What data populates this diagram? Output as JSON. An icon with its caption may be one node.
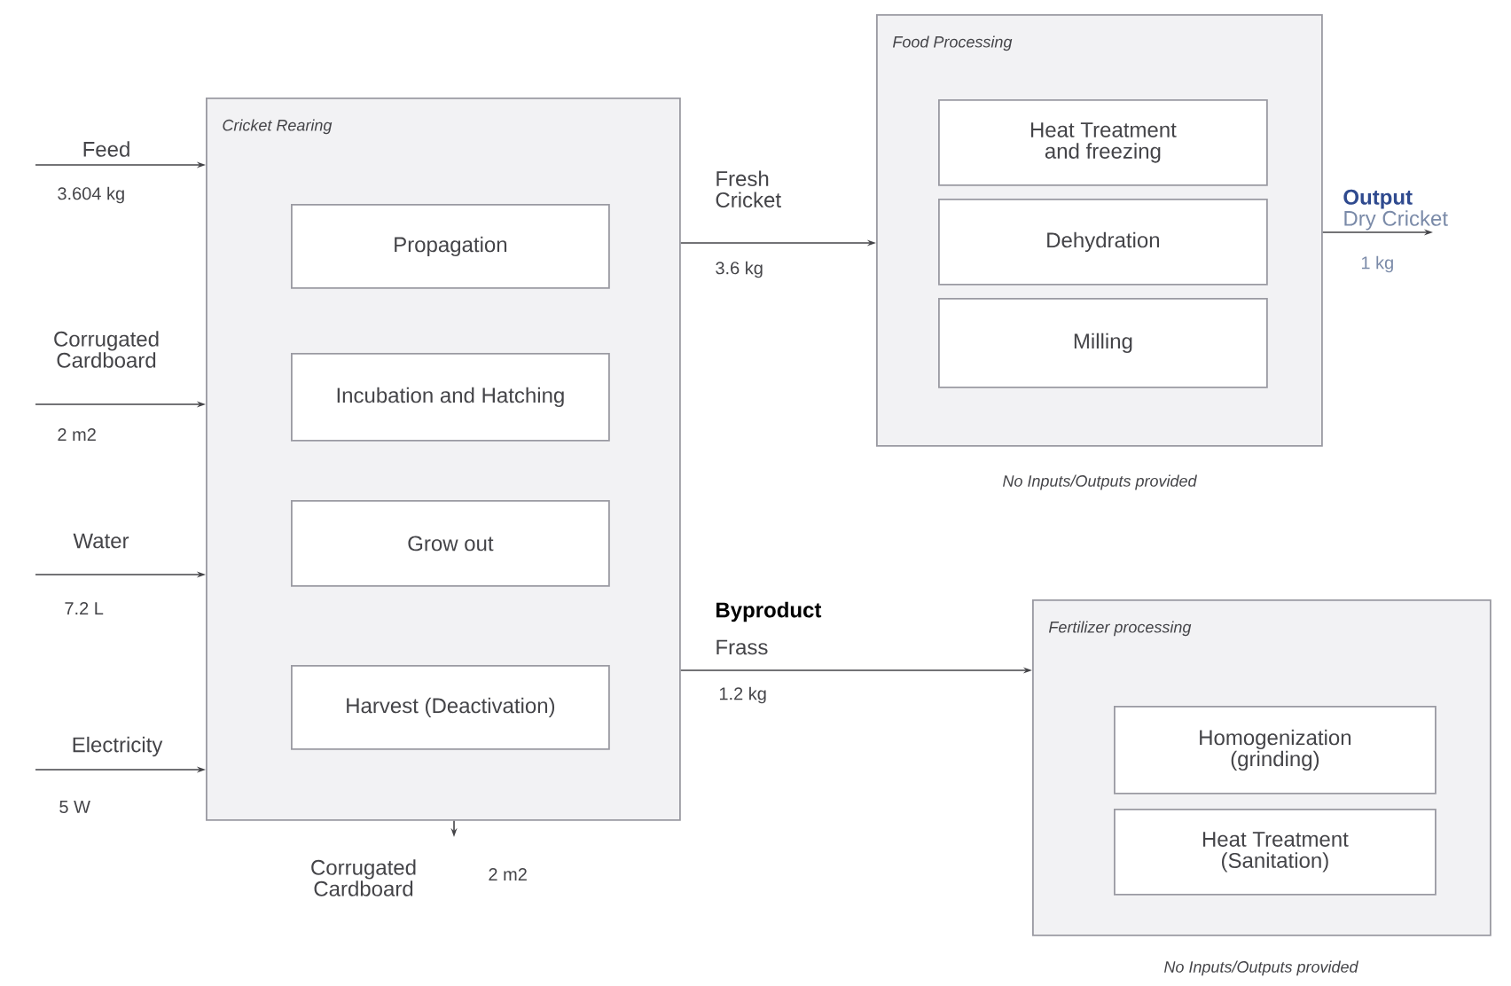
{
  "diagram": {
    "nodes": [
      {
        "text": [
          "Cricket Rearing"
        ]
      },
      {
        "text": [
          "Propagation"
        ],
        "in": 0
      },
      {
        "text": [
          "Incubation and Hatching"
        ],
        "in": 0
      },
      {
        "text": [
          "Grow out"
        ],
        "in": 0
      },
      {
        "text": [
          "Harvest (Deactivation)"
        ],
        "in": 0
      },
      {
        "text": [
          "Food Processing"
        ],
        "beside": [
          "No Inputs/Outputs provided"
        ]
      },
      {
        "text": [
          "Heat Treatment and freezing"
        ],
        "in": 5
      },
      {
        "text": [
          "Dehydration"
        ],
        "in": 5
      },
      {
        "text": [
          "Milling"
        ],
        "in": 5
      },
      {
        "text": [
          "Fertilizer processing"
        ],
        "beside": [
          "No Inputs/Outputs provided"
        ]
      },
      {
        "text": [
          "Homogenization (grinding)"
        ],
        "in": 9
      },
      {
        "text": [
          "Heat Treatment (Sanitation)"
        ],
        "in": 9
      },
      {
        "text": [
          "Output",
          "Dry Cricket"
        ]
      }
    ],
    "edges": [
      {
        "from": null,
        "to": 0,
        "arrow": "to",
        "label": "Feed"
      },
      {
        "from": null,
        "to": 0,
        "arrow": "to",
        "label": "Corrugated Cardboard"
      },
      {
        "from": null,
        "to": 0,
        "arrow": "to",
        "label": "Water"
      },
      {
        "from": null,
        "to": 0,
        "arrow": "to",
        "label": "Electricity"
      },
      {
        "from": 0,
        "to": 5,
        "arrow": "to",
        "label": "Fresh Cricket"
      },
      {
        "from": 5,
        "to": 12,
        "arrow": "to"
      },
      {
        "from": 0,
        "to": 9,
        "arrow": "to",
        "label": "Byproduct"
      },
      {
        "from": 0,
        "to": null,
        "arrow": "to",
        "label": "Corrugated Cardboard"
      }
    ],
    "labels": [
      "3.604 kg",
      "2 m2",
      "7.2 L",
      "5 W",
      "3.6 kg",
      "1 kg",
      "Frass",
      "1.2 kg",
      "2 m2"
    ]
  }
}
